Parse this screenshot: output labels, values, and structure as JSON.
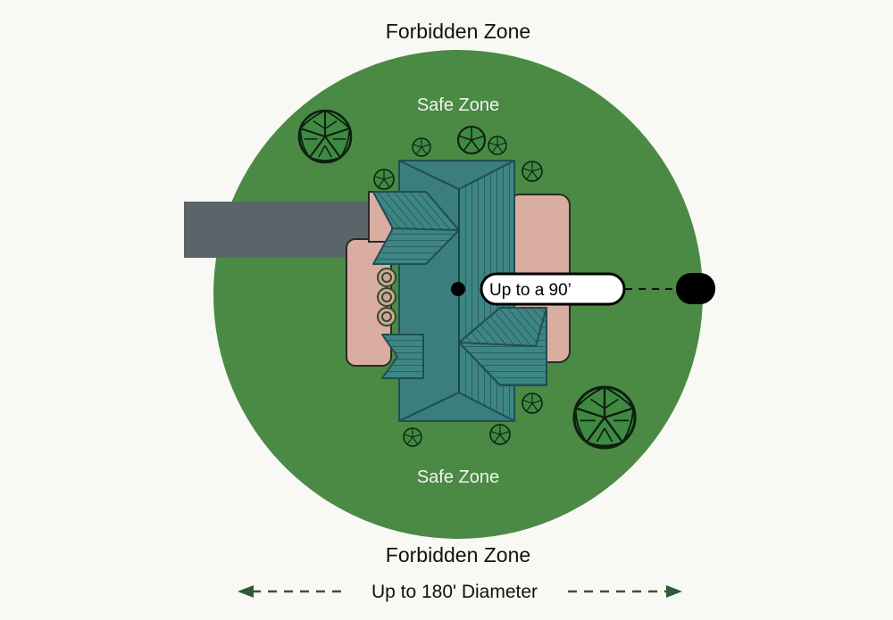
{
  "labels": {
    "forbidden_top": "Forbidden Zone",
    "safe_top": "Safe Zone",
    "safe_bottom": "Safe Zone",
    "forbidden_bottom": "Forbidden Zone",
    "radius": "Up to a 90’",
    "diameter": "Up to 180' Diameter"
  },
  "icons": {
    "tree": "tree-icon",
    "shrub": "shrub-icon",
    "sensor": "boundary-sensor-icon",
    "arrow_left": "arrow-left-icon",
    "arrow_right": "arrow-right-icon"
  },
  "colors": {
    "background": "#f8f8f4",
    "safe_zone": "#4a8a44",
    "roof": "#3c8280",
    "roof_line": "#1f4f52",
    "patio": "#d9aea0",
    "driveway": "#5b6468",
    "arrows": "#2f5a34",
    "marker": "#000000"
  }
}
